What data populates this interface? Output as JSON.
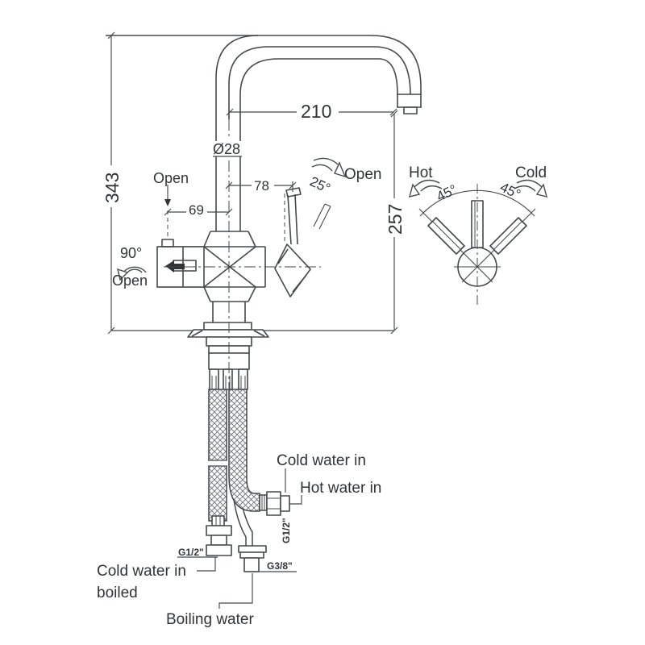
{
  "diagram": {
    "dims": {
      "spout_reach": "210",
      "total_height": "343",
      "outlet_height": "257",
      "spout_diameter": "Ø28",
      "lever_offset": "78",
      "knob_offset": "69"
    },
    "angles": {
      "lever_open": "25°",
      "knob_open": "90°",
      "hot_rotation": "45°",
      "cold_rotation": "45°"
    },
    "ops": {
      "open_knob": "Open",
      "open_lever": "Open",
      "open_90": "Open",
      "hot": "Hot",
      "cold": "Cold"
    },
    "connections": {
      "cold_in": "Cold water in",
      "hot_in": "Hot water in",
      "thread_hot": "G1/2\"",
      "thread_cold_boiled": "G1/2\"",
      "thread_boiling": "G3/8\"",
      "cold_boiled_line1": "Cold water in",
      "cold_boiled_line2": "boiled",
      "boiling": "Boiling water"
    },
    "colors": {
      "line": "#45494c",
      "text": "#313437",
      "background": "#ffffff"
    }
  }
}
